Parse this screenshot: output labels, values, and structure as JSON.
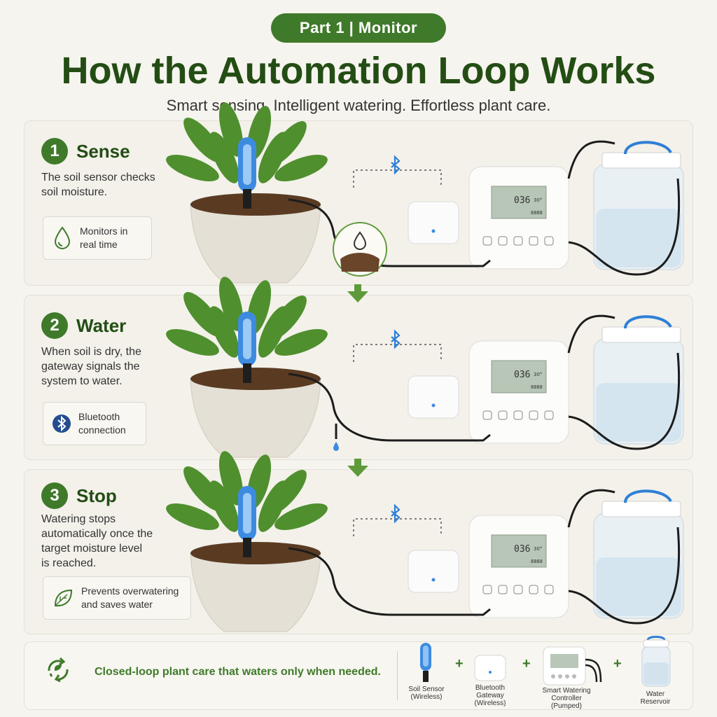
{
  "header": {
    "part_label": "Part 1 | Monitor",
    "title": "How the Automation Loop Works",
    "subtitle": "Smart sensing. Intelligent watering. Effortless plant care."
  },
  "steps": [
    {
      "number": "1",
      "title": "Sense",
      "description": "The soil sensor checks soil moisture.",
      "badge": "Monitors in real time",
      "badge_icon": "water-drop-icon"
    },
    {
      "number": "2",
      "title": "Water",
      "description": "When soil is dry, the gateway signals the system to water.",
      "badge": "Bluetooth connection",
      "badge_icon": "bluetooth-icon"
    },
    {
      "number": "3",
      "title": "Stop",
      "description": "Watering stops automatically once the target moisture level is reached.",
      "badge": "Prevents overwatering and saves water",
      "badge_icon": "leaf-icon"
    }
  ],
  "lcd": {
    "value": "036",
    "temp": "30°",
    "row": "8888"
  },
  "footer": {
    "tagline": "Closed-loop plant care that waters only when needed.",
    "products": [
      {
        "name": "Soil Sensor (Wireless)"
      },
      {
        "name": "Bluetooth Gateway (Wireless)"
      },
      {
        "name": "Smart Watering Controller (Pumped)"
      },
      {
        "name": "Water Reservoir"
      }
    ],
    "plus": "+"
  },
  "colors": {
    "brand_green": "#3f7a2a",
    "dark_green": "#234d14",
    "sensor_blue": "#3d8be0",
    "bluetooth_blue": "#2f7fd6"
  }
}
